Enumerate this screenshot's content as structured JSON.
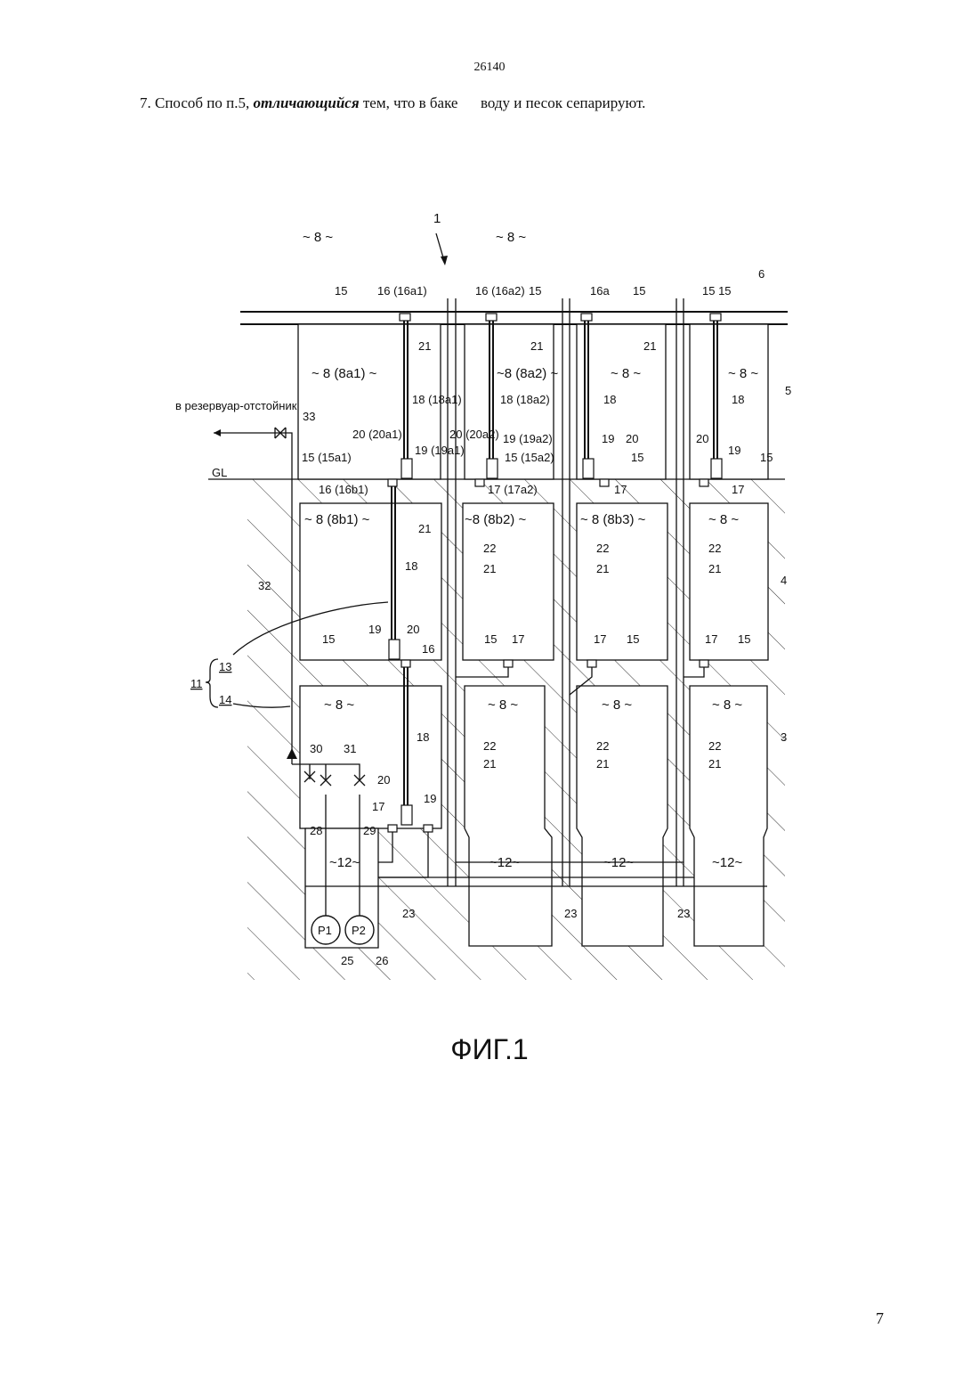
{
  "header": {
    "doc_number": "26140"
  },
  "claim": {
    "lead": "7. Способ по п.5, ",
    "emph": "отличающийся",
    "tail": " тем, что в баке      воду и песок сепарируют."
  },
  "figure": {
    "caption": "ФИГ.1",
    "labels": {
      "ref1": "1",
      "ref3": "3",
      "ref4": "4",
      "ref5": "5",
      "ref6": "6",
      "ref11": "11",
      "ref13": "13",
      "ref14": "14",
      "gl": "GL",
      "drain_dest": "в резервуар-отстойник",
      "v33": "33",
      "v32": "32",
      "v30": "30",
      "v31": "31",
      "v28": "28",
      "v29": "29",
      "p1": "P1",
      "p2": "P2",
      "n25": "25",
      "n26": "26",
      "r8": "~ 8 ~",
      "r8a1": "~ 8 (8a1) ~",
      "r8a2": "~8 (8a2) ~",
      "r8b1": "~ 8 (8b1) ~",
      "r8b2": "~8 (8b2) ~",
      "r8b3": "~ 8 (8b3) ~",
      "r12": "~12~",
      "n15": "15",
      "n15a1": "15 (15a1)",
      "n15a2": "15 (15a2)",
      "n1515": "15 15",
      "n16": "16",
      "n16a": "16a",
      "n16a1": "16 (16a1)",
      "n16a2": "16 (16a2)",
      "n16b1": "16 (16b1)",
      "n17": "17",
      "n17a2": "17 (17a2)",
      "n18": "18",
      "n18a1": "18 (18a1)",
      "n18a2": "18 (18a2)",
      "n19": "19",
      "n19a1": "19 (19a1)",
      "n19a2": "19 (19a2)",
      "n20": "20",
      "n20a1": "20 (20a1)",
      "n20a2": "20 (20a2)",
      "n21": "21",
      "n22": "22",
      "n23": "23"
    }
  },
  "footer": {
    "page": "7"
  }
}
